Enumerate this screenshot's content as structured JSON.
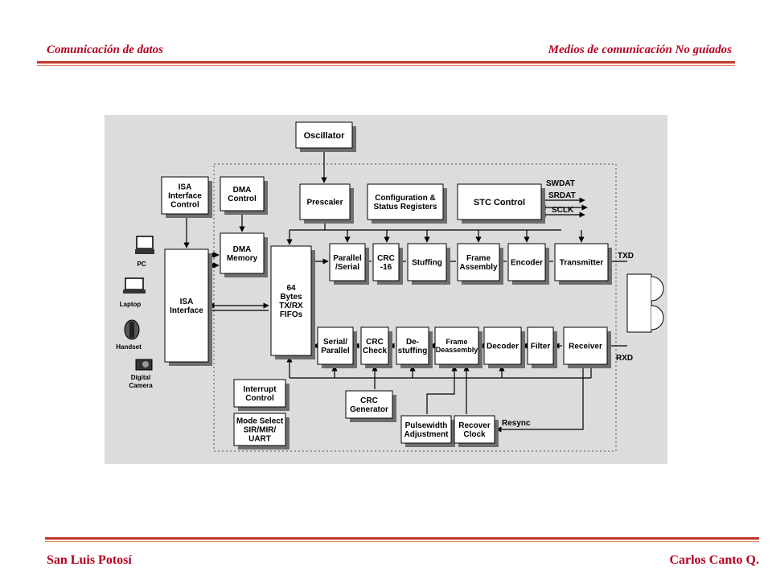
{
  "header": {
    "left": "Comunicación de datos",
    "right": "Medios de comunicación  No guiados"
  },
  "footer": {
    "left": "San Luis Potosí",
    "right": "Carlos Canto Q."
  },
  "diagram": {
    "blocks": [
      {
        "id": "oscillator",
        "lines": [
          "Oscillator"
        ]
      },
      {
        "id": "isa-control",
        "lines": [
          "ISA",
          "Interface",
          "Control"
        ]
      },
      {
        "id": "dma-control",
        "lines": [
          "DMA",
          "Control"
        ]
      },
      {
        "id": "prescaler",
        "lines": [
          "Prescaler"
        ]
      },
      {
        "id": "config",
        "lines": [
          "Configuration &",
          "Status Registers"
        ]
      },
      {
        "id": "stc",
        "lines": [
          "STC Control"
        ]
      },
      {
        "id": "dma-memory",
        "lines": [
          "DMA",
          "Memory"
        ]
      },
      {
        "id": "isa-interface",
        "lines": [
          "ISA",
          "Interface"
        ]
      },
      {
        "id": "fifo",
        "lines": [
          "64",
          "Bytes",
          "TX/RX",
          "FIFOs"
        ]
      },
      {
        "id": "par-ser",
        "lines": [
          "Parallel",
          "/Serial"
        ]
      },
      {
        "id": "crc16",
        "lines": [
          "CRC",
          "-16"
        ]
      },
      {
        "id": "stuffing",
        "lines": [
          "Stuffing"
        ]
      },
      {
        "id": "frame-asm",
        "lines": [
          "Frame",
          "Assembly"
        ]
      },
      {
        "id": "encoder",
        "lines": [
          "Encoder"
        ]
      },
      {
        "id": "transmitter",
        "lines": [
          "Transmitter"
        ]
      },
      {
        "id": "ser-par",
        "lines": [
          "Serial/",
          "Parallel"
        ]
      },
      {
        "id": "crc-check",
        "lines": [
          "CRC",
          "Check"
        ]
      },
      {
        "id": "destuffing",
        "lines": [
          "De-",
          "stuffing"
        ]
      },
      {
        "id": "frame-deasm",
        "lines": [
          "Frame",
          "Deassembly"
        ]
      },
      {
        "id": "decoder",
        "lines": [
          "Decoder"
        ]
      },
      {
        "id": "filter",
        "lines": [
          "Filter"
        ]
      },
      {
        "id": "receiver",
        "lines": [
          "Receiver"
        ]
      },
      {
        "id": "interrupt",
        "lines": [
          "Interrupt",
          "Control"
        ]
      },
      {
        "id": "crc-gen",
        "lines": [
          "CRC",
          "Generator"
        ]
      },
      {
        "id": "pulsewidth",
        "lines": [
          "Pulsewidth",
          "Adjustment"
        ]
      },
      {
        "id": "recover",
        "lines": [
          "Recover",
          "Clock"
        ]
      },
      {
        "id": "mode",
        "lines": [
          "Mode Select",
          "SIR/MIR/",
          "UART"
        ]
      }
    ],
    "signals": {
      "swdat": "SWDAT",
      "srdat": "SRDAT",
      "sclk": "SCLK",
      "txd": "TXD",
      "rxd": "RXD",
      "resync": "Resync"
    },
    "devices": [
      {
        "id": "pc",
        "label": "PC"
      },
      {
        "id": "laptop",
        "label": "Laptop"
      },
      {
        "id": "handset",
        "label": "Handset"
      },
      {
        "id": "camera",
        "label": "Digital Camera"
      }
    ]
  }
}
